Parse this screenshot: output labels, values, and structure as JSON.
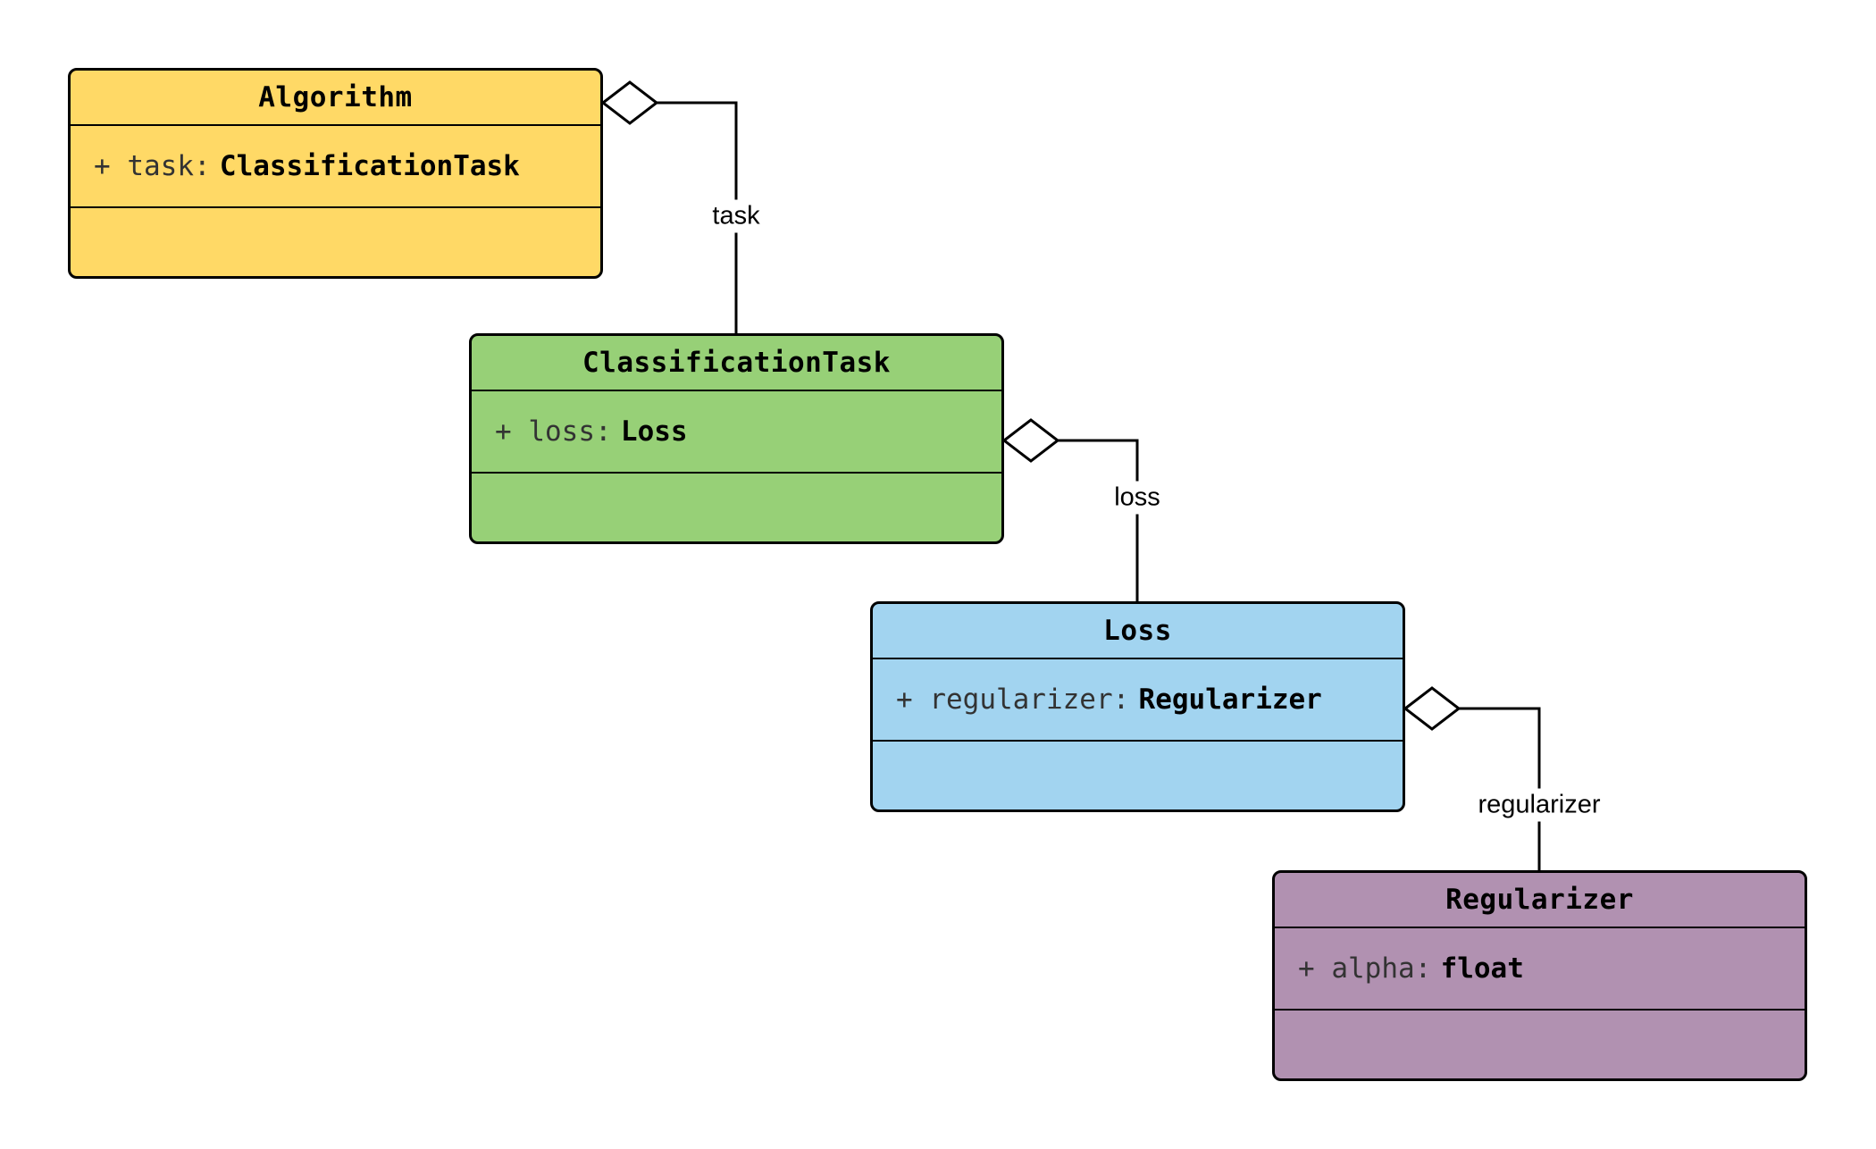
{
  "diagram": {
    "background": "#ffffff",
    "classes": [
      {
        "name": "Algorithm",
        "attr_plain": "+ task:",
        "attr_bold": "ClassificationTask",
        "fill": "#ffd966"
      },
      {
        "name": "ClassificationTask",
        "attr_plain": "+ loss:",
        "attr_bold": "Loss",
        "fill": "#97d077"
      },
      {
        "name": "Loss",
        "attr_plain": "+ regularizer:",
        "attr_bold": "Regularizer",
        "fill": "#a2d4f0"
      },
      {
        "name": "Regularizer",
        "attr_plain": "+ alpha:",
        "attr_bold": "float",
        "fill": "#b191b1"
      }
    ],
    "relations": [
      {
        "from": "Algorithm",
        "to": "ClassificationTask",
        "label": "task",
        "kind": "aggregation"
      },
      {
        "from": "ClassificationTask",
        "to": "Loss",
        "label": "loss",
        "kind": "aggregation"
      },
      {
        "from": "Loss",
        "to": "Regularizer",
        "label": "regularizer",
        "kind": "aggregation"
      }
    ]
  }
}
